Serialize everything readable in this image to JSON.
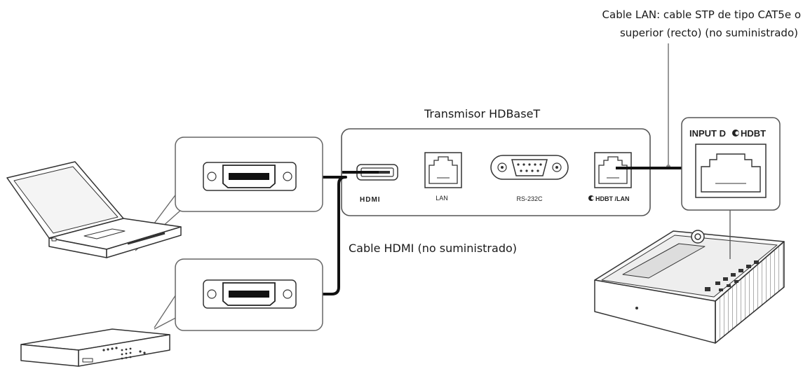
{
  "labels": {
    "lan_cable_line1": "Cable LAN: cable STP de tipo CAT5e o",
    "lan_cable_line2": "superior (recto) (no suministrado)",
    "transmitter": "Transmisor HDBaseT",
    "hdmi_cable": "Cable HDMI (no suministrado)"
  },
  "transmitter_ports": {
    "hdmi": "HDMI",
    "lan": "LAN",
    "rs232c": "RS-232C",
    "hdbt_lan": "HDBT /LAN"
  },
  "projector_port": {
    "label": "INPUT D",
    "logo": "HDBT"
  },
  "devices": [
    "laptop-icon",
    "blu-ray-player-icon",
    "projector-icon"
  ]
}
